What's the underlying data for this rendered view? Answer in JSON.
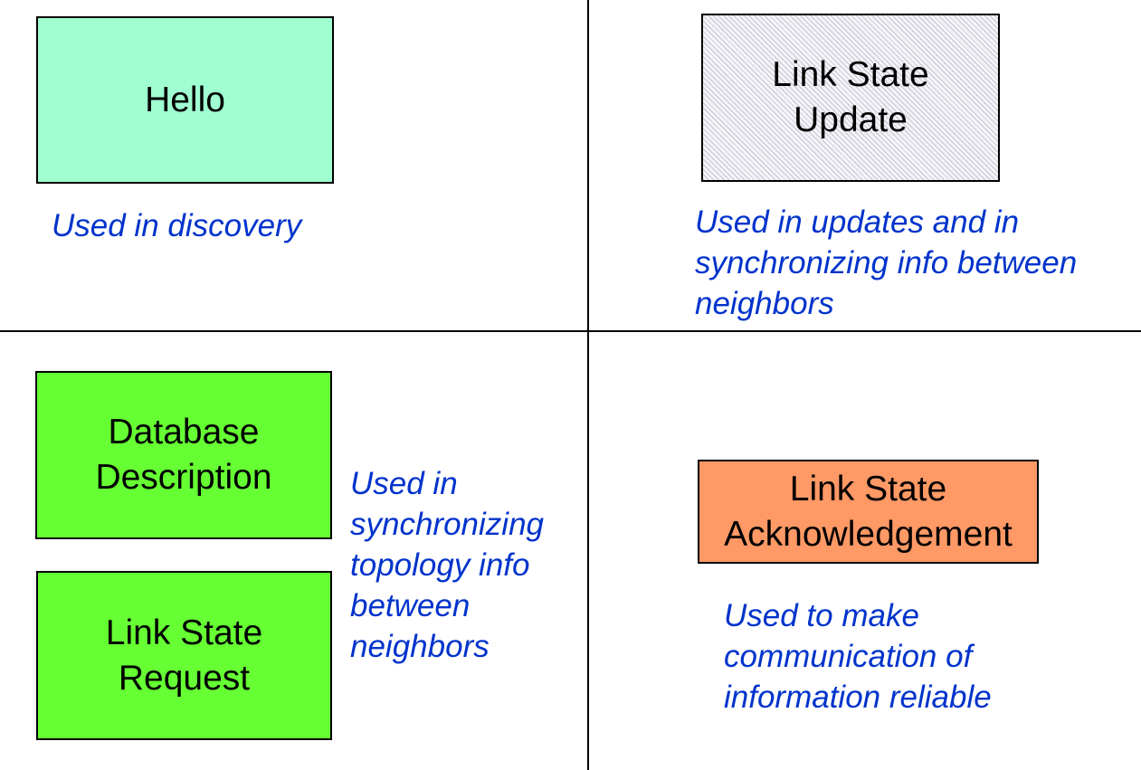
{
  "colors": {
    "hello_fill": "#a0ffd0",
    "lsu_fill": "#f4f4f8",
    "db_desc_fill": "#66ff33",
    "ls_request_fill": "#66ff33",
    "ls_ack_fill": "#ff9966",
    "description_text": "#0033cc",
    "line": "#000000"
  },
  "quadrants": {
    "top_left": {
      "box_label": "Hello",
      "description": "Used in discovery"
    },
    "top_right": {
      "box_label": "Link State\nUpdate",
      "description": "Used in updates and in\nsynchronizing info between\nneighbors"
    },
    "bottom_left": {
      "box1_label": "Database\nDescription",
      "box2_label": "Link State\nRequest",
      "description": "Used in\nsynchronizing\ntopology info\nbetween\nneighbors"
    },
    "bottom_right": {
      "box_label": "Link State\nAcknowledgement",
      "description": "Used to make\ncommunication of\ninformation reliable"
    }
  }
}
